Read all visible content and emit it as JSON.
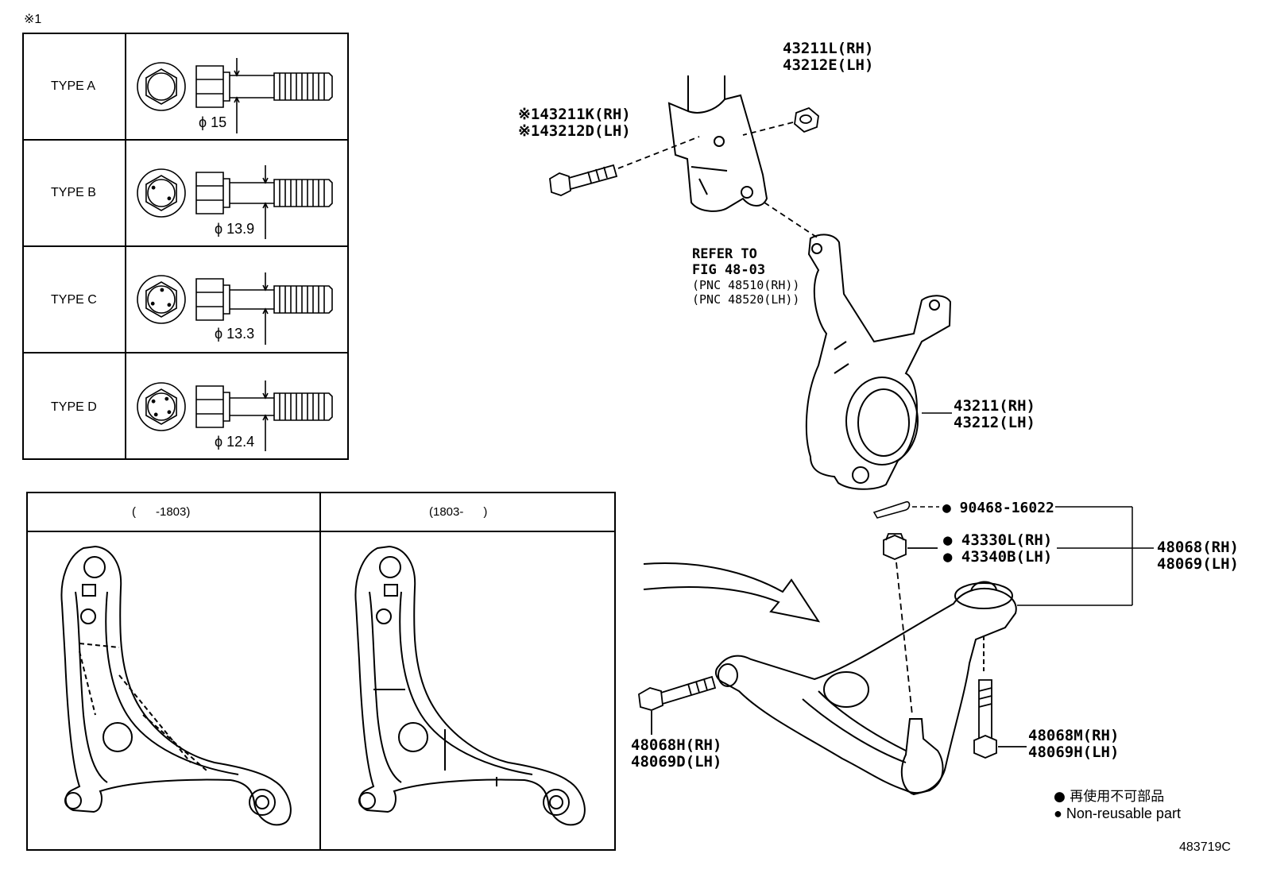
{
  "note_mark": "※1",
  "types_table": [
    {
      "label": "TYPE A",
      "diameter": "ϕ 15"
    },
    {
      "label": "TYPE B",
      "diameter": "ϕ 13.9"
    },
    {
      "label": "TYPE C",
      "diameter": "ϕ 13.3"
    },
    {
      "label": "TYPE D",
      "diameter": "ϕ 12.4"
    }
  ],
  "arm_table": {
    "left_header": "(      -1803)",
    "right_header": "(1803-      )"
  },
  "parts": {
    "nut_top": [
      "43211L(RH)",
      "43212E(LH)"
    ],
    "bolt_top": [
      "※143211K(RH)",
      "※143212D(LH)"
    ],
    "refer": [
      "REFER TO",
      "FIG 48-03",
      "(PNC 48510(RH))",
      "(PNC 48520(LH))"
    ],
    "knuckle": [
      "43211(RH)",
      "43212(LH)"
    ],
    "cotter_pin": "● 90468-16022",
    "castle_nut": [
      "● 43330L(RH)",
      "● 43340B(LH)"
    ],
    "arm_assy": [
      "48068(RH)",
      "48069(LH)"
    ],
    "bolt_front": [
      "48068H(RH)",
      "48069D(LH)"
    ],
    "bolt_rear": [
      "48068M(RH)",
      "48069H(LH)"
    ]
  },
  "legend": {
    "jp": "● 再使用不可部品",
    "en": "● Non-reusable part"
  },
  "figure_id": "483719C"
}
